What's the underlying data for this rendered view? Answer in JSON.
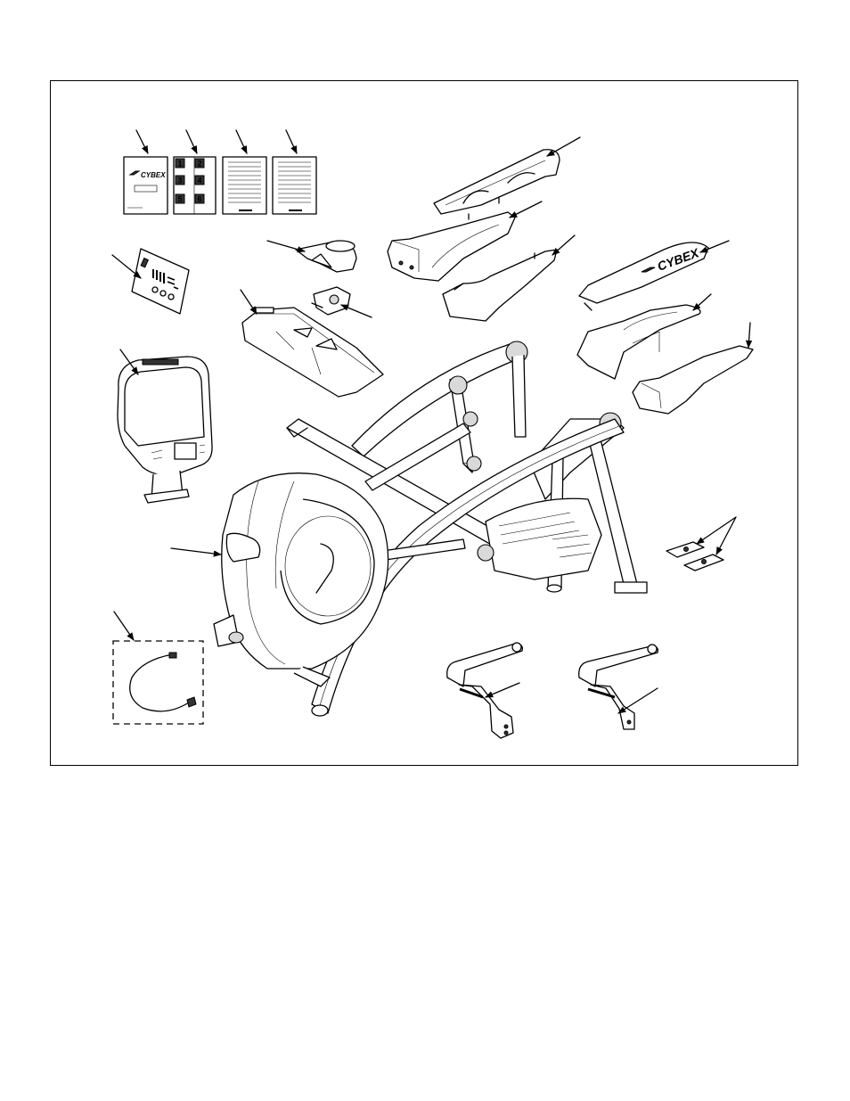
{
  "brand": {
    "logo_text": "CYBEX"
  },
  "manual_tiles": {
    "numbers": [
      "1",
      "2",
      "3",
      "4",
      "5",
      "6"
    ]
  },
  "colors": {
    "line": "#000000",
    "background": "#ffffff",
    "shade": "#d9d9d9"
  },
  "icons": [
    "arrow-pointer-icon",
    "cybex-logo-icon"
  ]
}
